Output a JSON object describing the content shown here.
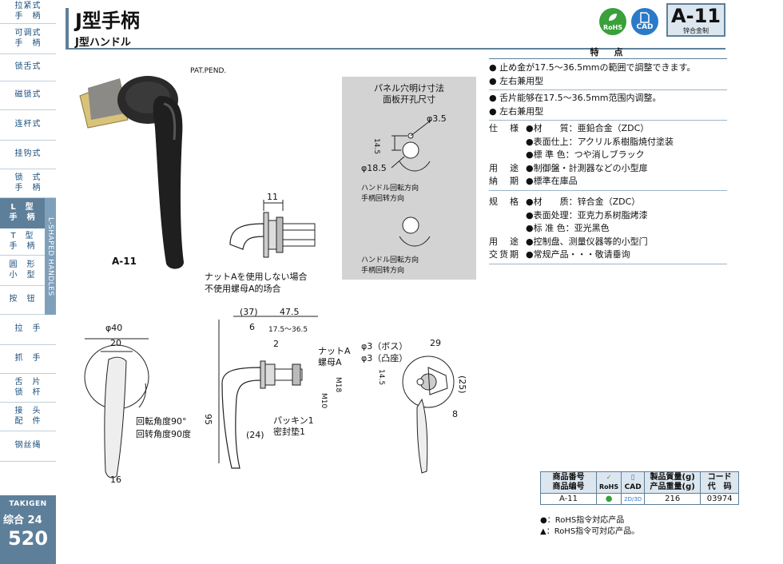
{
  "sidebar": {
    "items": [
      {
        "l1": "拉紧式",
        "l2": "手　柄"
      },
      {
        "l1": "可调式",
        "l2": "手　柄"
      },
      {
        "l1": "锁舌式",
        "l2": ""
      },
      {
        "l1": "磁锁式",
        "l2": ""
      },
      {
        "l1": "连杆式",
        "l2": ""
      },
      {
        "l1": "挂钩式",
        "l2": ""
      },
      {
        "l1": "锁　式",
        "l2": "手　柄"
      },
      {
        "l1": "L　型",
        "l2": "手　柄"
      },
      {
        "l1": "T　型",
        "l2": "手　柄"
      },
      {
        "l1": "圆　形",
        "l2": "小　型"
      },
      {
        "l1": "按　钮",
        "l2": ""
      },
      {
        "l1": "拉　手",
        "l2": ""
      },
      {
        "l1": "抓　手",
        "l2": ""
      },
      {
        "l1": "舌　片",
        "l2": "锁　杆"
      },
      {
        "l1": "接　头",
        "l2": "配　件"
      },
      {
        "l1": "钢丝绳",
        "l2": ""
      }
    ],
    "vertical_label": "L-SHAPED HANDLES",
    "brand": "TAKIGEN",
    "catalog": "综合 24",
    "page": "520"
  },
  "header": {
    "title": "J型手柄",
    "subtitle": "J型ハンドル",
    "rohs_badge": "RoHS",
    "cad_badge": "CAD",
    "code": "A-11",
    "material_tag": "锌合金制"
  },
  "features": {
    "heading": "特　点",
    "jp": [
      "止め金が17.5～36.5mmの範囲で調整できます。",
      "左右兼用型"
    ],
    "cn": [
      "舌片能够在17.5～36.5mm范围内调整。",
      "左右兼用型"
    ]
  },
  "spec_jp": [
    {
      "k": "仕　様",
      "v": "●材　　質：亜鉛合金（ZDC）"
    },
    {
      "k": "",
      "v": "●表面仕上：アクリル系樹脂焼付塗装"
    },
    {
      "k": "",
      "v": "●標 準 色：つや消しブラック"
    },
    {
      "k": "用　途",
      "v": "●制御盤・計測器などの小型扉"
    },
    {
      "k": "納　期",
      "v": "●標準在庫品"
    }
  ],
  "spec_cn": [
    {
      "k": "规　格",
      "v": "●材　　质：锌合金（ZDC）"
    },
    {
      "k": "",
      "v": "●表面处理：亚克力系树脂烤漆"
    },
    {
      "k": "",
      "v": "●标 准 色：亚光黑色"
    },
    {
      "k": "用　途",
      "v": "●控制盘、测量仪器等的小型门"
    },
    {
      "k": "交货期",
      "v": "●常规产品・・・敬请垂询"
    }
  ],
  "panel": {
    "title_jp": "パネル穴明け寸法",
    "title_cn": "面板开孔尺寸",
    "d_small": "φ3.5",
    "dim_145": "14.5",
    "d_large": "φ18.5",
    "dir_jp": "ハンドル回転方向",
    "dir_cn": "手柄回转方向"
  },
  "product": {
    "label": "A-11",
    "patpend": "PAT.PEND."
  },
  "drawing_top": {
    "dim_11": "11",
    "note_jp": "ナットAを使用しない場合",
    "note_cn": "不使用螺母A的场合"
  },
  "drawing_front": {
    "d40": "φ40",
    "d20": "20",
    "angle_jp": "回転角度90°",
    "angle_cn": "回转角度90度",
    "d16": "16"
  },
  "drawing_side": {
    "d37": "(37)",
    "d475": "47.5",
    "d6": "6",
    "drange": "17.5～36.5",
    "d2": "2",
    "nut_jp": "ナットA",
    "nut_cn": "螺母A",
    "m18": "M18",
    "m10": "M10",
    "d95": "95",
    "d24": "(24)",
    "pack_jp": "パッキン1",
    "pack_cn": "密封垫1"
  },
  "drawing_rear": {
    "boss_jp": "φ3（ボス）",
    "boss_cn": "φ3（凸座）",
    "d29": "29",
    "d145": "14.5",
    "d25": "(25)",
    "d8": "8"
  },
  "table": {
    "h1_jp": "商品番号",
    "h1_cn": "商品编号",
    "h_rohs": "RoHS",
    "h_cad": "CAD",
    "h3_jp": "製品質量(g)",
    "h3_cn": "产品重量(g)",
    "h4_jp": "コード",
    "h4_cn": "代　码",
    "row": {
      "code": "A-11",
      "rohs": "●",
      "cad": "2D/3D",
      "weight": "216",
      "id": "03974"
    }
  },
  "legend": {
    "l1": "●：RoHS指令対応产品",
    "l2": "▲：RoHS指令可対応产品。"
  },
  "colors": {
    "accent": "#5e7f99",
    "rohs": "#3aa03a",
    "cad": "#2b7ac9"
  }
}
